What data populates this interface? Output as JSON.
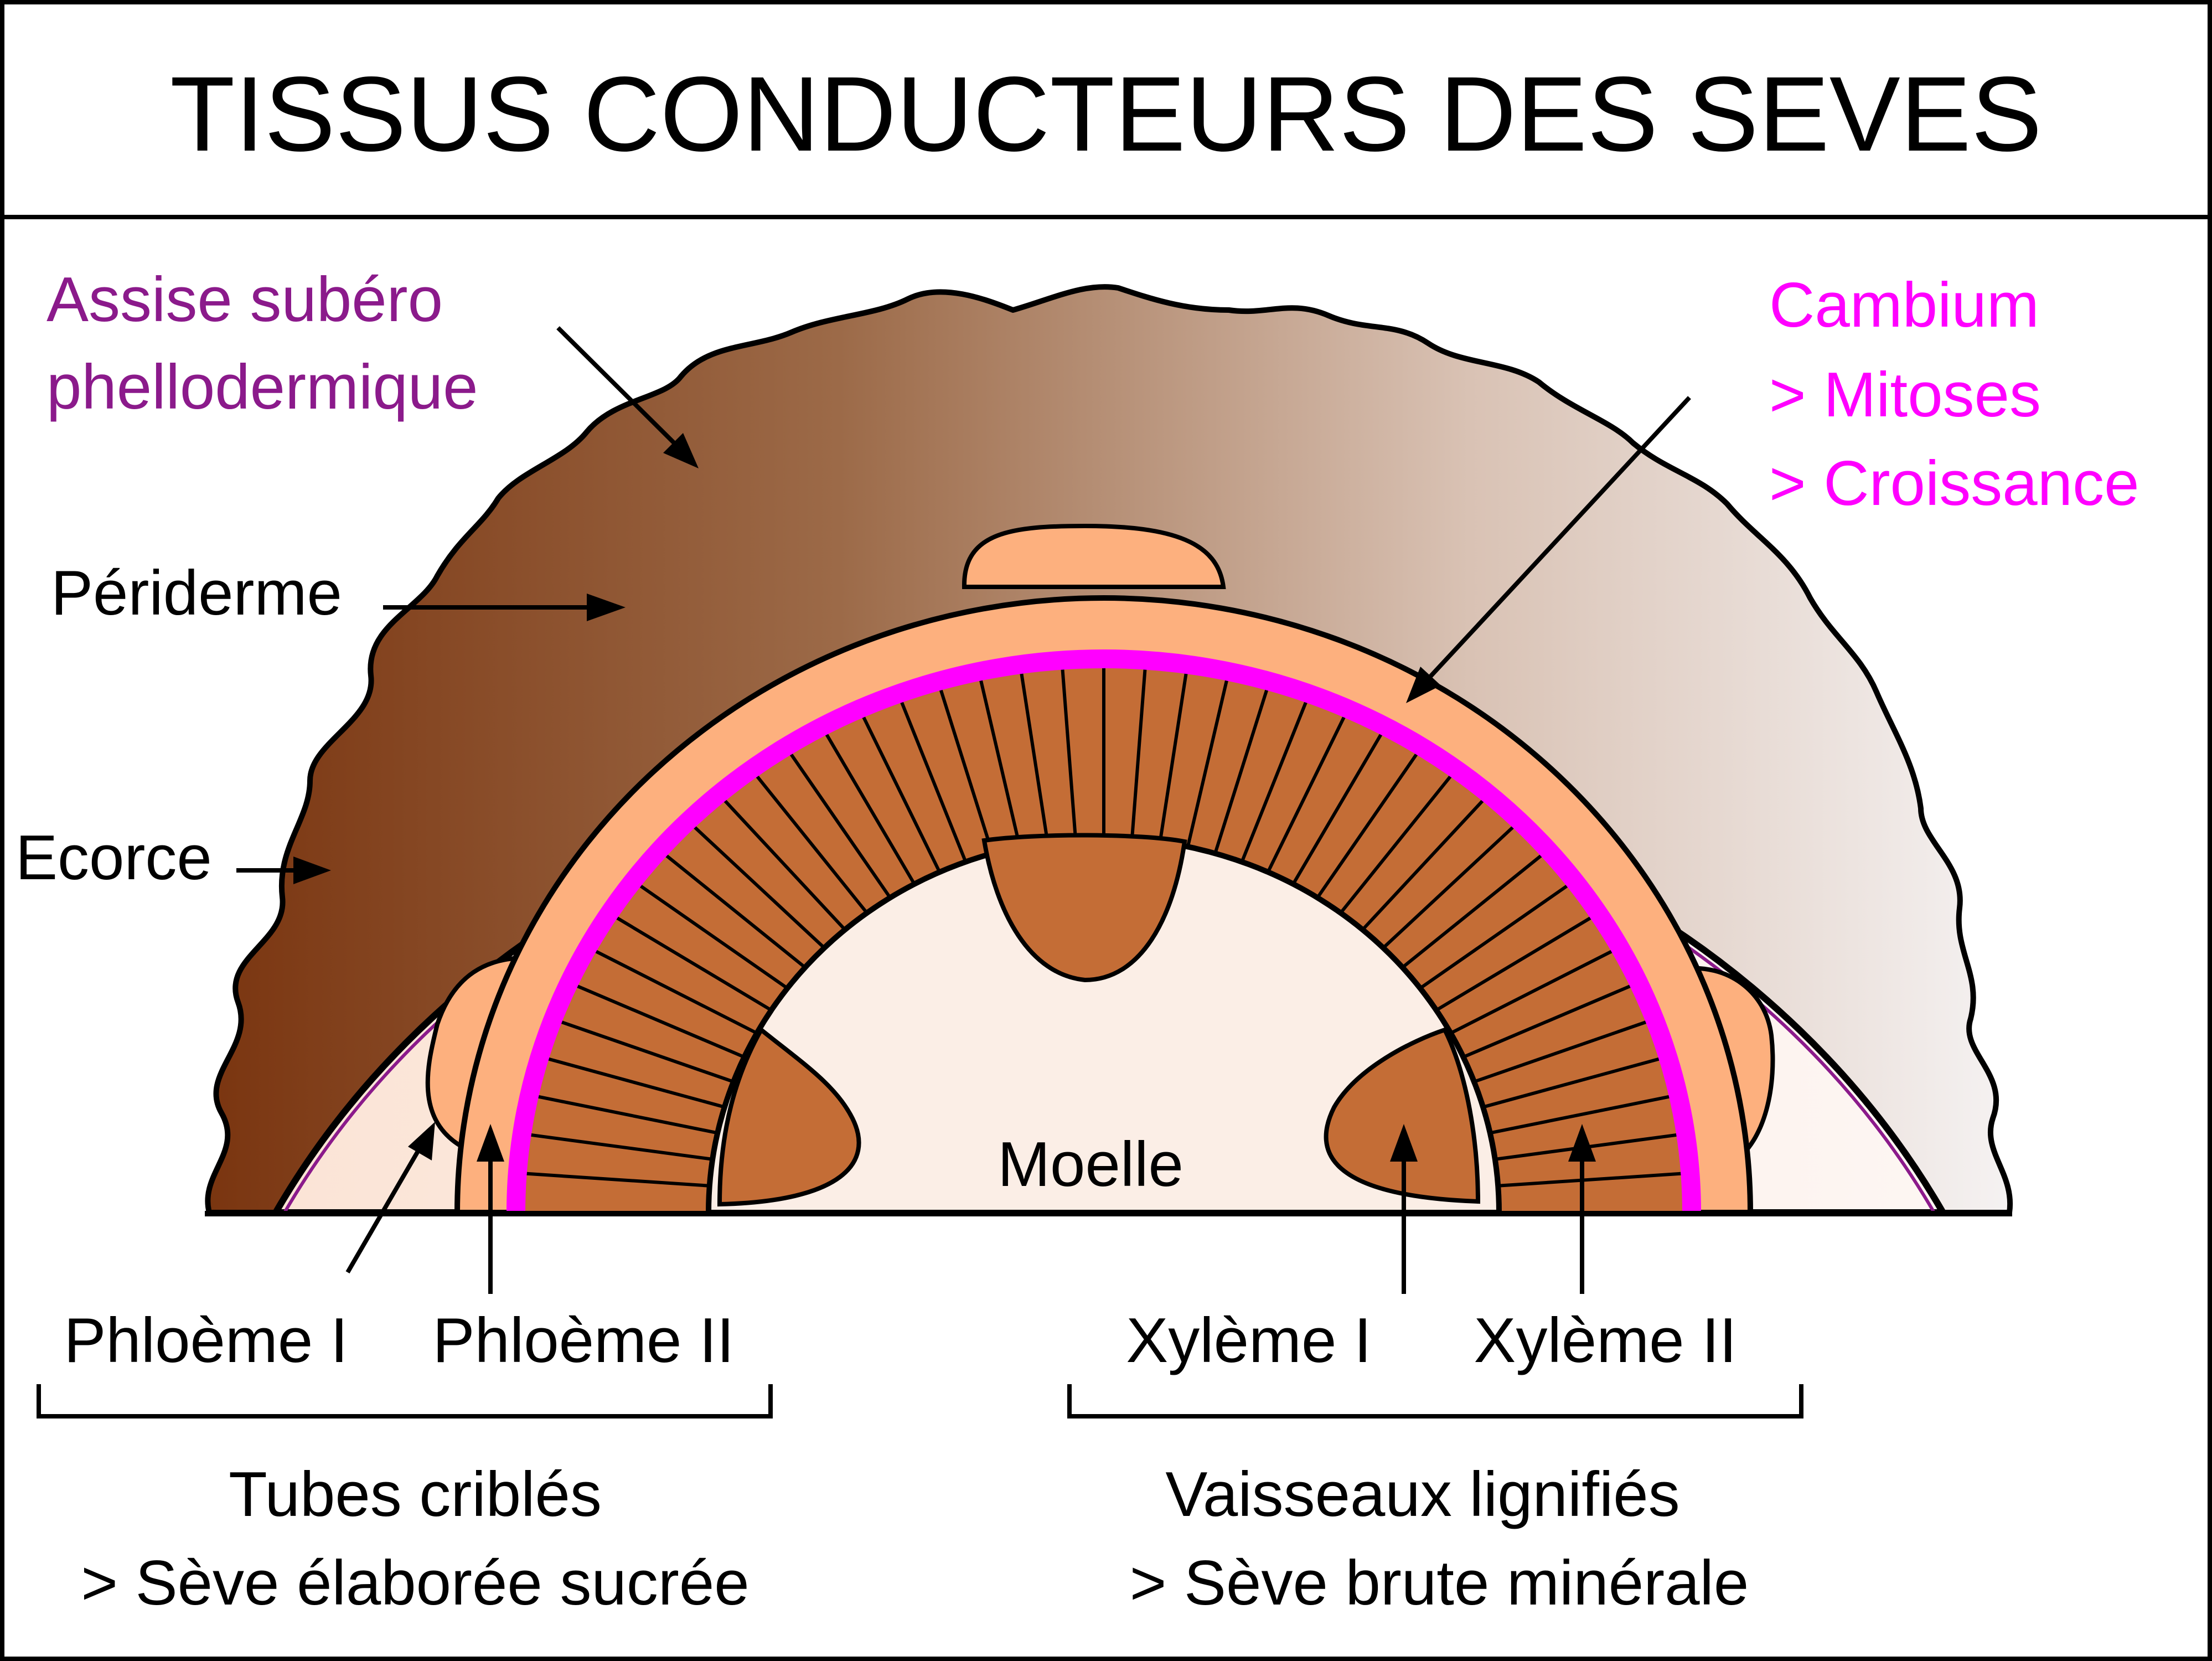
{
  "title": "TISSUS CONDUCTEURS DES SEVES",
  "labels": {
    "assise_line1": "Assise subéro",
    "assise_line2": "phellodermique",
    "periderme": "Périderme",
    "ecorce": "Ecorce",
    "cambium_line1": "Cambium",
    "cambium_line2": "> Mitoses",
    "cambium_line3": "> Croissance",
    "moelle": "Moelle",
    "phloeme_1": "Phloème I",
    "phloeme_2": "Phloème II",
    "xyleme_1": "Xylème I",
    "xyleme_2": "Xylème II",
    "tubes_line1": "Tubes criblés",
    "tubes_line2": "> Sève élaborée sucrée",
    "vaisseaux_line1": "Vaisseaux lignifiés",
    "vaisseaux_line2": "> Sève brute minérale"
  },
  "colors": {
    "outline": "#000000",
    "bark_dark": "#7a3510",
    "bark_light": "#f2eeee",
    "periderm": "#fbeee6",
    "phloem": "#fdb07e",
    "xylem": "#c46d36",
    "cambium": "#ff00ff",
    "assise_label": "#8b1a8b",
    "cambium_label": "#ff00ff",
    "text": "#000000"
  }
}
